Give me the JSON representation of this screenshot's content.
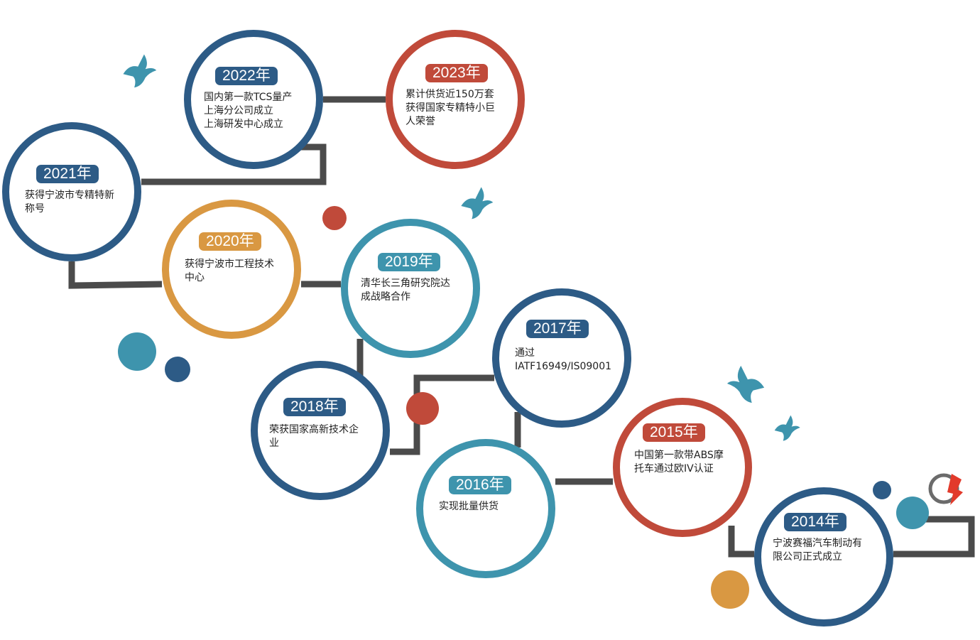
{
  "colors": {
    "navy": "#2d5b86",
    "teal": "#3e94ad",
    "red": "#c04a3a",
    "orange": "#d99842",
    "connector": "#4b4b4b"
  },
  "milestones": [
    {
      "year": "2022年",
      "color": "navy",
      "lines": [
        "国内第一款TCS量产",
        "上海分公司成立",
        "上海研发中心成立"
      ]
    },
    {
      "year": "2023年",
      "color": "red",
      "lines": [
        "累计供货近150万套",
        "获得国家专精特小巨",
        "人荣誉"
      ]
    },
    {
      "year": "2021年",
      "color": "navy",
      "lines": [
        "获得宁波市专精特新",
        "称号"
      ]
    },
    {
      "year": "2020年",
      "color": "orange",
      "lines": [
        "获得宁波市工程技术",
        "中心"
      ]
    },
    {
      "year": "2019年",
      "color": "teal",
      "lines": [
        "清华长三角研究院达",
        "成战略合作"
      ]
    },
    {
      "year": "2018年",
      "color": "navy",
      "lines": [
        "荣获国家高新技术企",
        "业"
      ]
    },
    {
      "year": "2017年",
      "color": "navy",
      "lines": [
        "通过",
        "IATF16949/IS09001"
      ]
    },
    {
      "year": "2016年",
      "color": "teal",
      "lines": [
        "实现批量供货"
      ]
    },
    {
      "year": "2015年",
      "color": "red",
      "lines": [
        "中国第一款带ABS摩",
        "托车通过欧IV认证"
      ]
    },
    {
      "year": "2014年",
      "color": "navy",
      "lines": [
        "宁波赛福汽车制动有",
        "限公司正式成立"
      ]
    }
  ],
  "decorations": {
    "dots": [
      "red",
      "teal",
      "navy",
      "red",
      "navy",
      "teal",
      "orange"
    ],
    "birds": [
      "bird-icon",
      "bird-icon",
      "bird-icon",
      "bird-icon"
    ],
    "logo": "brand-logo-icon"
  }
}
